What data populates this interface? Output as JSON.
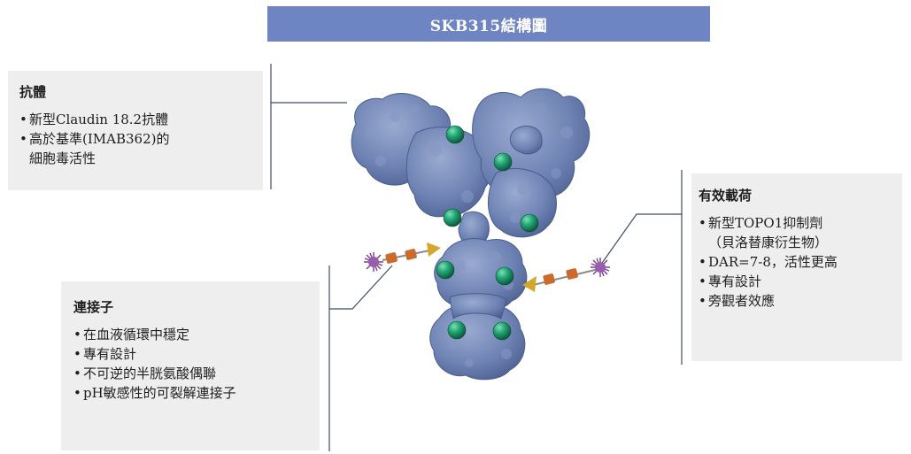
{
  "title": "SKB315結構圖",
  "colors": {
    "title_bg": "#6f84c2",
    "box_bg": "#eeeeef",
    "protein": "#6e83b4",
    "protein_dark": "#4f6494",
    "payload_sphere": "#1f9a6e",
    "linker_orange": "#cc6a2c",
    "linker_yellow": "#d4a62a",
    "drug_purple": "#8a4f9a"
  },
  "antibody": {
    "heading": "抗體",
    "items": [
      {
        "line1": "新型Claudin 18.2抗體",
        "line2": ""
      },
      {
        "line1": "高於基準(IMAB362)的",
        "line2": "細胞毒活性"
      }
    ]
  },
  "linker": {
    "heading": "連接子",
    "items": [
      {
        "line1": "在血液循環中穩定",
        "line2": ""
      },
      {
        "line1": "專有設計",
        "line2": ""
      },
      {
        "line1": "不可逆的半胱氨酸偶聯",
        "line2": ""
      },
      {
        "line1": "pH敏感性的可裂解連接子",
        "line2": ""
      }
    ]
  },
  "payload": {
    "heading": "有效載荷",
    "items": [
      {
        "line1": "新型TOPO1抑制劑",
        "line2": "（貝洛替康衍生物）"
      },
      {
        "line1": "DAR=7-8，活性更高",
        "line2": ""
      },
      {
        "line1": "專有設計",
        "line2": ""
      },
      {
        "line1": "旁觀者效應",
        "line2": ""
      }
    ]
  }
}
